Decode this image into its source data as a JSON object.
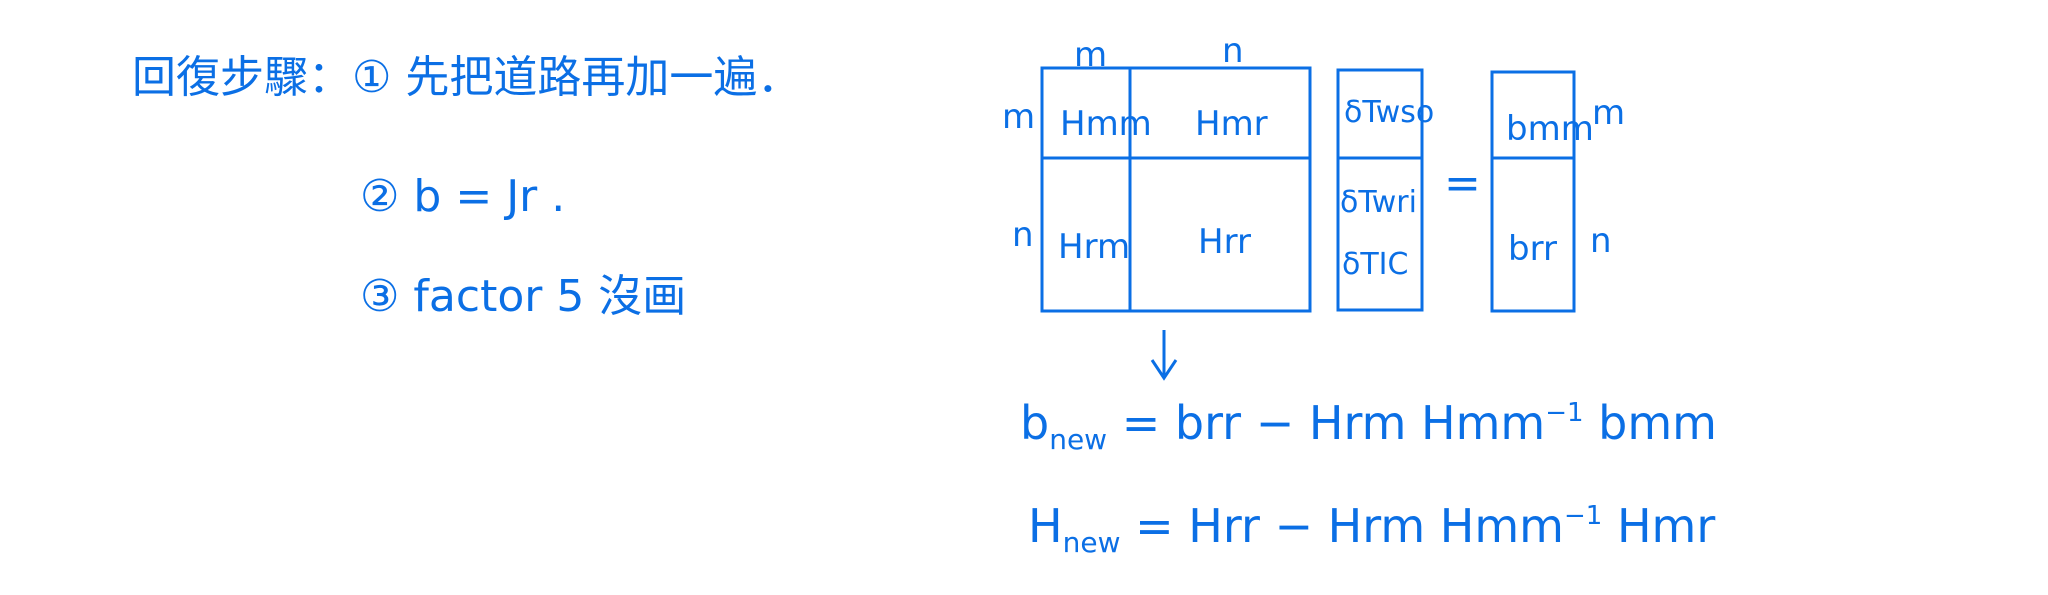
{
  "left_notes": {
    "line1": "回復步驟：① 先把道路再加一遍．",
    "line2": "② b = Jr .",
    "line3": "③ factor 5 沒画"
  },
  "matrix": {
    "col_labels": [
      "m",
      "n"
    ],
    "row_labels": [
      "m",
      "n"
    ],
    "cells": [
      "Hmm",
      "Hmr",
      "Hrm",
      "Hrr"
    ]
  },
  "vector_delta": [
    "δTwso",
    "δTwri",
    "δTIC"
  ],
  "equals": "=",
  "vector_b": [
    "bmm",
    "brr"
  ],
  "vector_b_labels": [
    "m",
    "n"
  ],
  "arrow": "↓",
  "equations": {
    "b_new": {
      "lhs": "b",
      "lhs_sub": "new",
      "rhs_pre": "= brr − Hrm Hmm",
      "rhs_sup": "−1",
      "rhs_post": " bmm"
    },
    "h_new": {
      "lhs": "H",
      "lhs_sub": "new",
      "rhs_pre": "= Hrr − Hrm Hmm",
      "rhs_sup": "−1",
      "rhs_post": " Hmr"
    }
  }
}
